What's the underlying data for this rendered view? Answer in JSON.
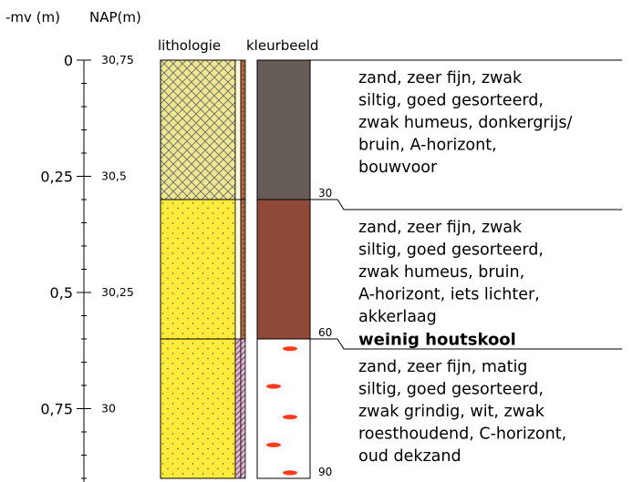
{
  "headers": {
    "mv": "-mv (m)",
    "nap": "NAP(m)",
    "lithologie": "lithologie",
    "kleurbeeld": "kleurbeeld"
  },
  "depth_ticks": [
    {
      "depth": 0,
      "mv": "0",
      "nap": "30,75"
    },
    {
      "depth": 0.25,
      "mv": "0,25",
      "nap": "30,5"
    },
    {
      "depth": 0.5,
      "mv": "0,5",
      "nap": "30,25"
    },
    {
      "depth": 0.75,
      "mv": "0,75",
      "nap": "30"
    }
  ],
  "layers": [
    {
      "from_cm": 0,
      "to_cm": 30,
      "color": "#675d58",
      "lithology": "loam-hatch",
      "boundary_label": "30",
      "description": [
        "zand, zeer fijn, zwak",
        "siltig, goed gesorteerd,",
        "zwak humeus, donkergrijs/",
        "bruin, A-horizont,",
        "bouwvoor"
      ]
    },
    {
      "from_cm": 30,
      "to_cm": 60,
      "color": "#8e4a37",
      "lithology": "sand-dots",
      "boundary_label": "60",
      "description": [
        "zand, zeer fijn, zwak",
        "siltig, goed gesorteerd,",
        "zwak humeus, bruin,",
        "A-horizont, iets lichter,",
        "akkerlaag"
      ],
      "note": "weinig houtskool"
    },
    {
      "from_cm": 60,
      "to_cm": 90,
      "color": "#ffffff",
      "lithology": "sand-dots",
      "boundary_label": "90",
      "description": [
        "zand, zeer fijn, matig",
        "siltig, goed gesorteerd,",
        "zwak grindig, wit, zwak",
        "roesthoudend, C-horizont,",
        "oud dekzand"
      ],
      "mottles": [
        0.07,
        0.34,
        0.56,
        0.76,
        0.96
      ]
    }
  ],
  "colors": {
    "sand": "#ffeb3b",
    "loam_hatch_fill": "#eee790",
    "mottle": "#ff3b1b",
    "strip_pink": "#e7b4d6"
  }
}
